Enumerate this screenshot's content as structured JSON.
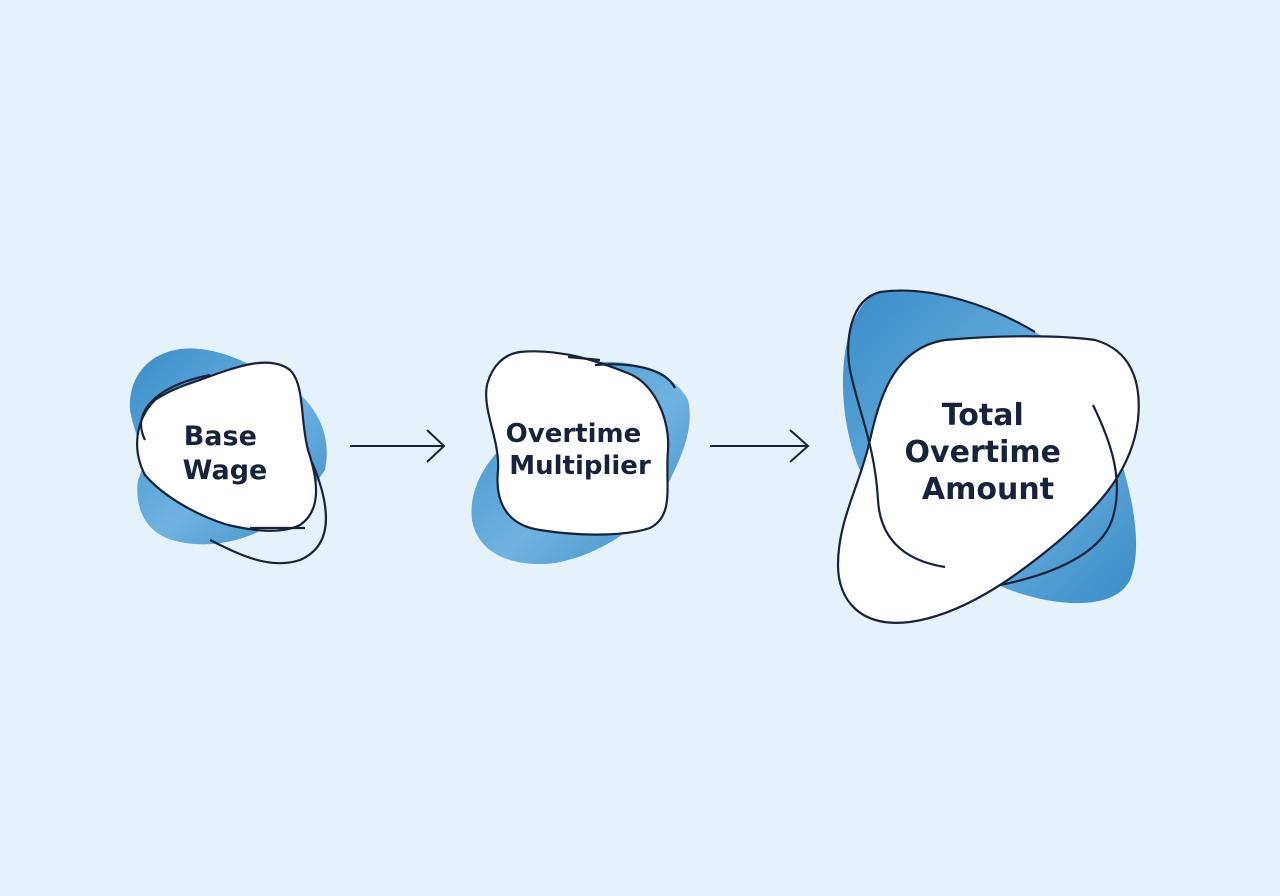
{
  "diagram": {
    "type": "flow",
    "direction": "left-to-right",
    "nodes": [
      {
        "id": "base-wage",
        "lines": [
          "Base",
          "Wage"
        ]
      },
      {
        "id": "overtime-multiplier",
        "lines": [
          "Overtime",
          "Multiplier"
        ]
      },
      {
        "id": "total-overtime-amount",
        "lines": [
          "Total",
          "Overtime",
          "Amount"
        ]
      }
    ],
    "edges": [
      {
        "from": "base-wage",
        "to": "overtime-multiplier"
      },
      {
        "from": "overtime-multiplier",
        "to": "total-overtime-amount"
      }
    ]
  },
  "colors": {
    "background": "#e6f2fb",
    "blob_dark": "#3a8cc8",
    "blob_light": "#6fb3e0",
    "outline": "#16233a",
    "fill": "#ffffff",
    "text": "#16233a"
  }
}
